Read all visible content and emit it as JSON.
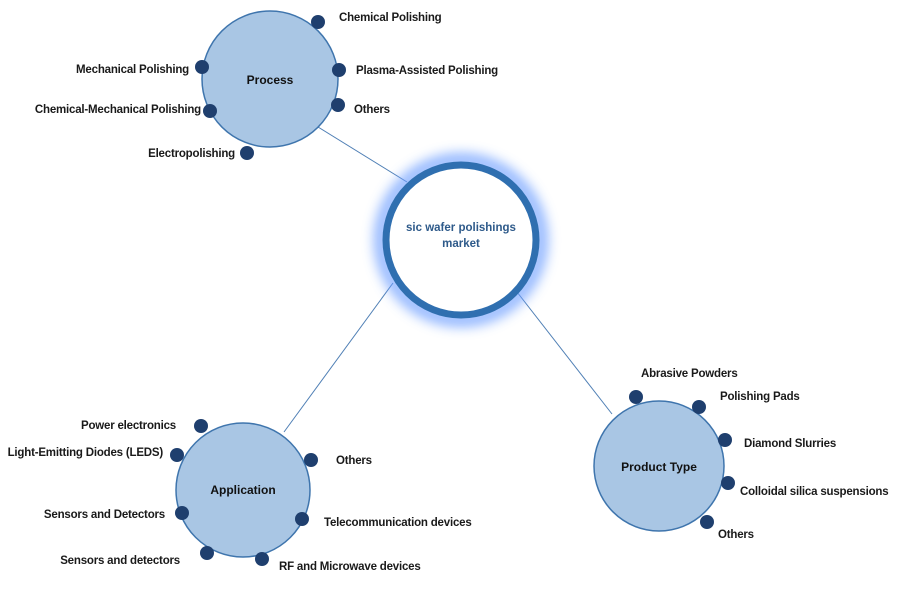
{
  "center": {
    "line1": "sic wafer polishings",
    "line2": "market"
  },
  "colors": {
    "hub_fill": "#a9c6e4",
    "hub_stroke": "#3f75ad",
    "node_dot": "#1f3f6e",
    "center_ring": "#2f6fb0",
    "center_glow": "#6a9cff",
    "connector": "#4f7fb5"
  },
  "hubs": [
    {
      "id": "process",
      "label": "Process",
      "items": [
        "Chemical Polishing",
        "Plasma-Assisted Polishing",
        "Others",
        "Mechanical Polishing",
        "Chemical-Mechanical Polishing",
        "Electropolishing"
      ]
    },
    {
      "id": "application",
      "label": "Application",
      "items": [
        "Power electronics",
        "Light-Emitting Diodes (LEDS)",
        "Sensors and Detectors",
        "Sensors and detectors",
        "RF and Microwave devices",
        "Telecommunication devices",
        "Others"
      ]
    },
    {
      "id": "product-type",
      "label": "Product Type",
      "items": [
        "Abrasive Powders",
        "Polishing Pads",
        "Diamond Slurries",
        "Colloidal silica suspensions",
        "Others"
      ]
    }
  ]
}
